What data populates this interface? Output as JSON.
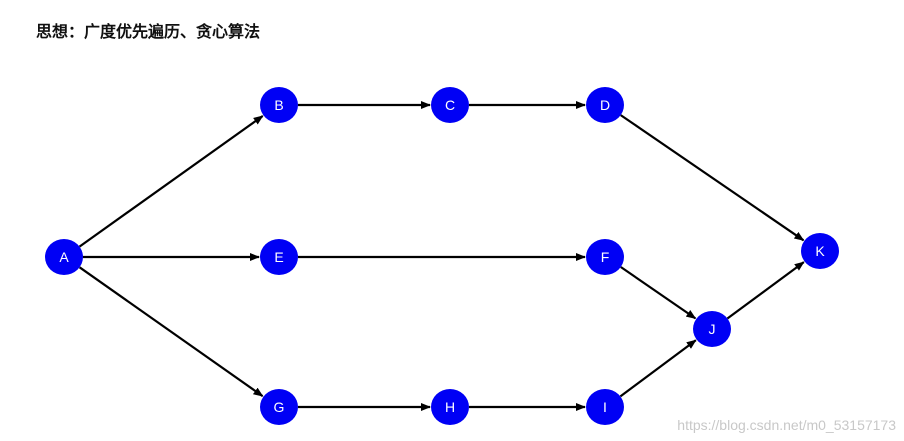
{
  "title": "思想：广度优先遍历、贪心算法",
  "watermark": "https://blog.csdn.net/m0_53157173",
  "colors": {
    "node_fill": "#0000f5",
    "node_text": "#ffffff",
    "edge": "#000000",
    "background": "#ffffff"
  },
  "nodes": [
    {
      "id": "A",
      "label": "A"
    },
    {
      "id": "B",
      "label": "B"
    },
    {
      "id": "C",
      "label": "C"
    },
    {
      "id": "D",
      "label": "D"
    },
    {
      "id": "E",
      "label": "E"
    },
    {
      "id": "F",
      "label": "F"
    },
    {
      "id": "G",
      "label": "G"
    },
    {
      "id": "H",
      "label": "H"
    },
    {
      "id": "I",
      "label": "I"
    },
    {
      "id": "J",
      "label": "J"
    },
    {
      "id": "K",
      "label": "K"
    }
  ],
  "edges": [
    {
      "from": "A",
      "to": "B"
    },
    {
      "from": "A",
      "to": "E"
    },
    {
      "from": "A",
      "to": "G"
    },
    {
      "from": "B",
      "to": "C"
    },
    {
      "from": "C",
      "to": "D"
    },
    {
      "from": "D",
      "to": "K"
    },
    {
      "from": "E",
      "to": "F"
    },
    {
      "from": "F",
      "to": "J"
    },
    {
      "from": "G",
      "to": "H"
    },
    {
      "from": "H",
      "to": "I"
    },
    {
      "from": "I",
      "to": "J"
    },
    {
      "from": "J",
      "to": "K"
    }
  ]
}
